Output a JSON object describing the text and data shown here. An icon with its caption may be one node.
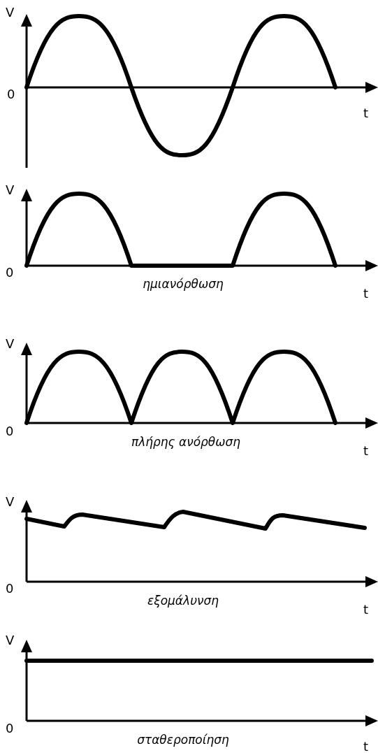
{
  "diagram": {
    "labels": [
      "V",
      "0",
      "t",
      "V",
      "0",
      "ημιανόρθωση",
      "t",
      "V",
      "0",
      "πλήρης ανόρθωση",
      "t",
      "V",
      "0",
      "εξομάλυνση",
      "t",
      "V",
      "0",
      "σταθεροποίηση",
      "t"
    ]
  }
}
